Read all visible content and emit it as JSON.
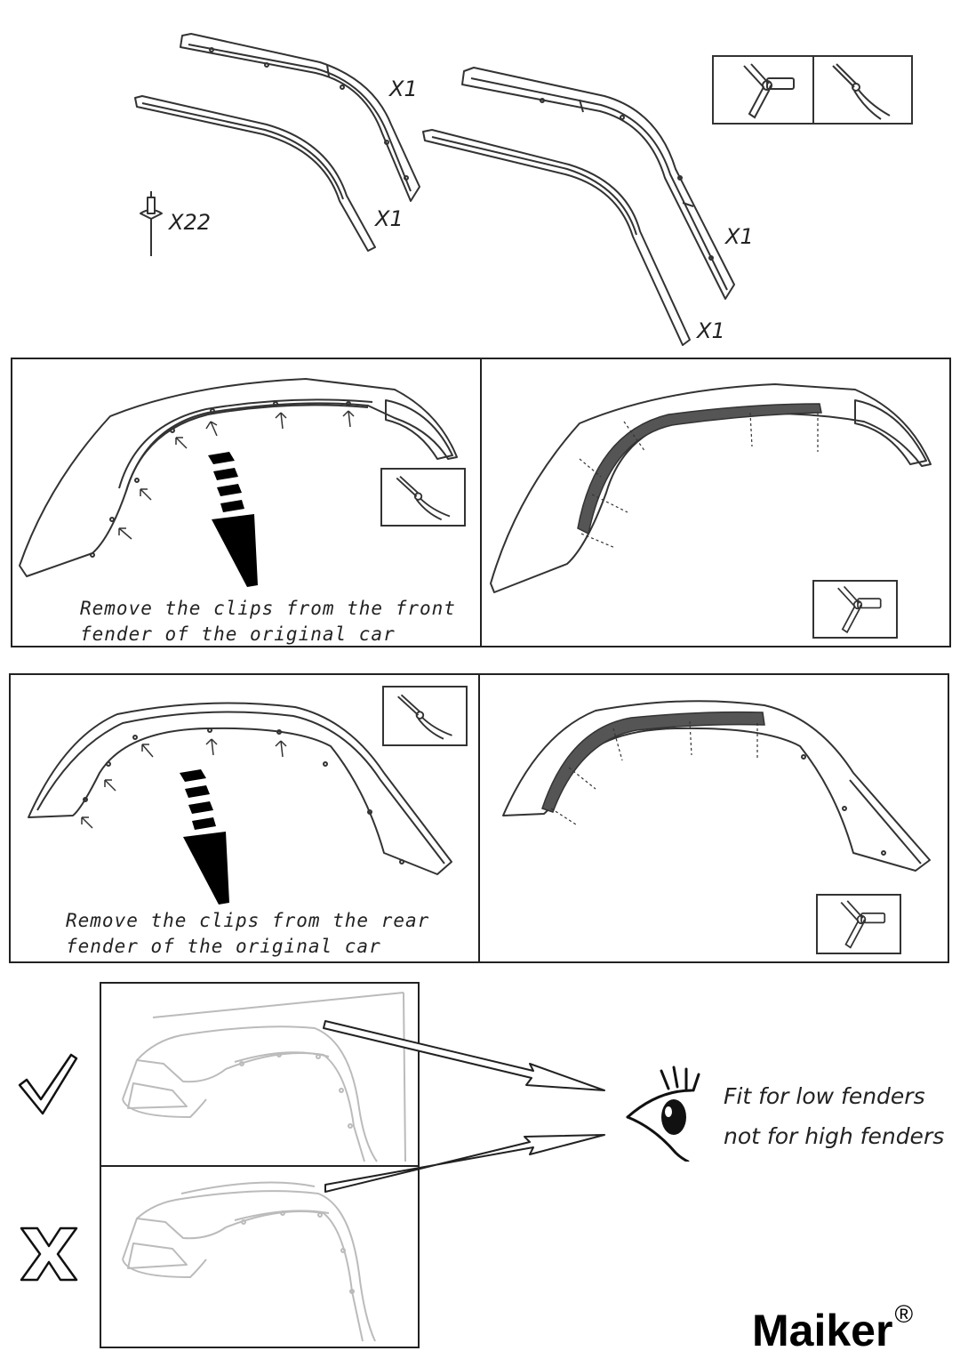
{
  "parts": {
    "front_outer_qty": "X1",
    "front_inner_qty": "X1",
    "rear_outer_qty": "X1",
    "rear_inner_qty": "X1",
    "rivet_qty": "X22"
  },
  "tools": [
    "rivet-gun-icon",
    "pliers-icon"
  ],
  "steps": {
    "front_remove_caption": "Remove the clips from the front\nfender of the original car",
    "rear_remove_caption": "Remove the clips from the rear\nfender of the original car"
  },
  "fitment": {
    "line1": "Fit for low fenders",
    "line2": "not for high fenders",
    "check_icon": "checkmark-icon",
    "cross_icon": "cross-icon",
    "eye_icon": "eye-icon"
  },
  "brand": {
    "name": "Maiker",
    "mark": "®"
  },
  "colors": {
    "line": "#333333",
    "strip": "#555555",
    "arrow": "#000000"
  }
}
